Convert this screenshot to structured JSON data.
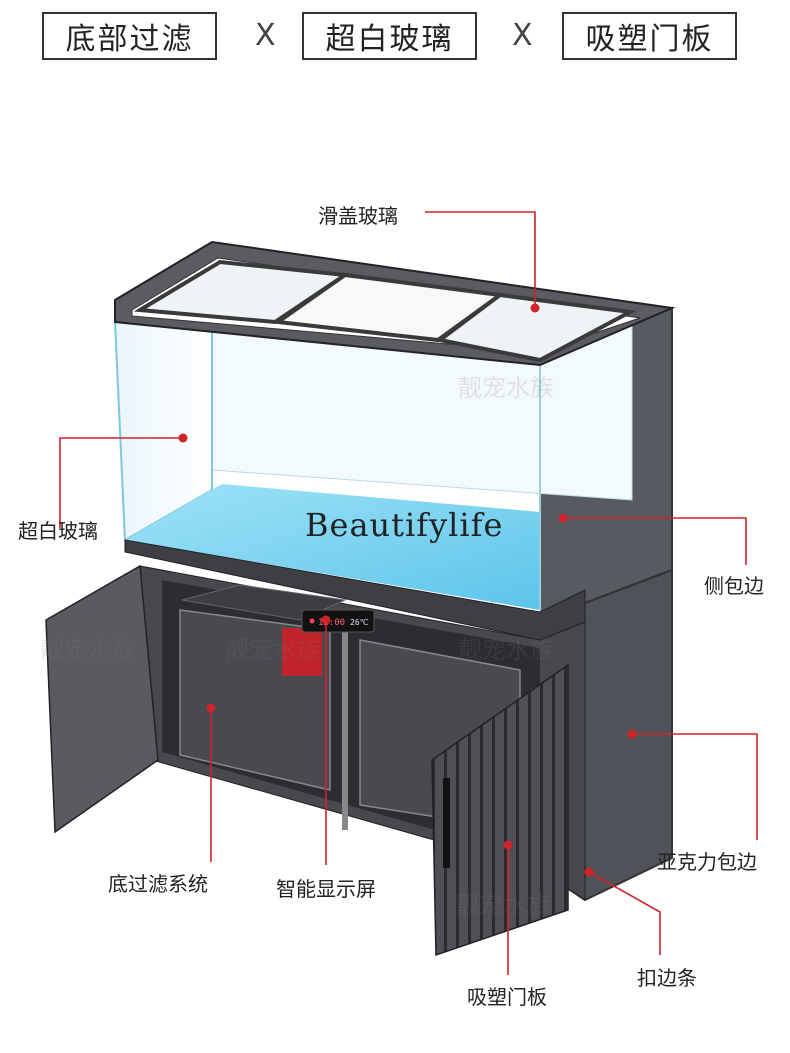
{
  "header": {
    "tags": [
      "底部过滤",
      "超白玻璃",
      "吸塑门板"
    ],
    "separator": "X"
  },
  "labels": {
    "sliding_cover": "滑盖玻璃",
    "ultra_clear_glass": "超白玻璃",
    "side_trim": "侧包边",
    "acrylic_trim": "亚克力包边",
    "bottom_filter": "底过滤系统",
    "smart_display": "智能显示屏",
    "buckle_strip": "扣边条",
    "door_panel": "吸塑门板"
  },
  "brand": "Beautifylife",
  "watermark": "靓宠水族",
  "display_readout": {
    "time": "12:00",
    "temp": "26℃"
  },
  "colors": {
    "callout": "#d0232a",
    "cabinet": "#4a4a4f",
    "water": "#7fd4f0"
  }
}
